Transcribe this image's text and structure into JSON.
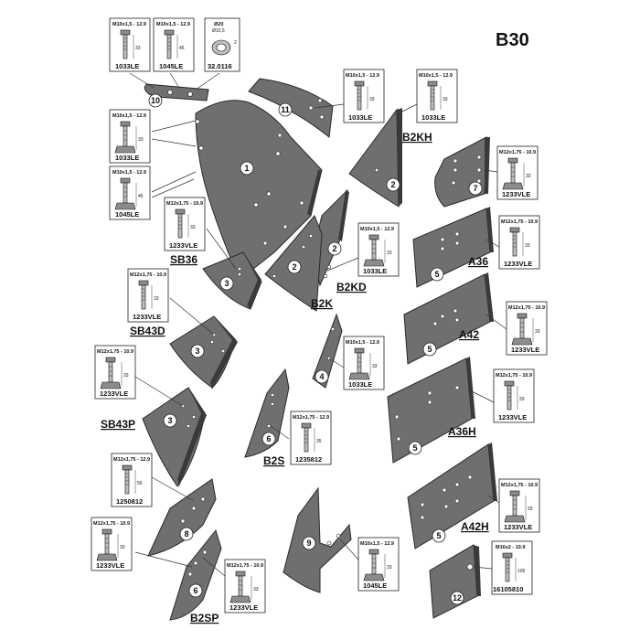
{
  "title": "B30",
  "parts": [
    {
      "num": "1"
    },
    {
      "num": "2"
    },
    {
      "num": "3"
    },
    {
      "num": "4"
    },
    {
      "num": "5"
    },
    {
      "num": "6"
    },
    {
      "num": "7"
    },
    {
      "num": "8"
    },
    {
      "num": "9"
    },
    {
      "num": "10"
    },
    {
      "num": "11"
    },
    {
      "num": "12"
    }
  ],
  "labels": {
    "SB36": "SB36",
    "SB43D": "SB43D",
    "SB43P": "SB43P",
    "B2SP": "B2SP",
    "B2S": "B2S",
    "B2K": "B2K",
    "B2KD": "B2KD",
    "B2KH": "B2KH",
    "A36": "A36",
    "A42": "A42",
    "A36H": "A36H",
    "A42H": "A42H"
  },
  "bolts": {
    "b1033_top": {
      "spec": "M10x1,5 - 12.9",
      "dim": "33",
      "code": "1033LE"
    },
    "b1045_top": {
      "spec": "M10x1,5 - 12.9",
      "dim": "45",
      "code": "1045LE"
    },
    "washer": {
      "dim1": "Ø20",
      "dim2": "Ø10,5",
      "dim3": "2",
      "code": "32.0116"
    },
    "b1033_left": {
      "spec": "M10x1,5 - 12.9",
      "dim": "33",
      "code": "1033LE"
    },
    "b1045_left": {
      "spec": "M10x1,5 - 12.9",
      "dim": "45",
      "code": "1045LE"
    },
    "b1233_sb36": {
      "spec": "M12x1,75 - 10.9",
      "dim": "33",
      "code": "1233VLE"
    },
    "b1233_sb43d": {
      "spec": "M12x1,75 - 10.9",
      "dim": "33",
      "code": "1233VLE"
    },
    "b1233_sb43p": {
      "spec": "M12x1,75 - 10.9",
      "dim": "33",
      "code": "1233VLE"
    },
    "b1250": {
      "spec": "M12x1,75 - 12.9",
      "dim": "50",
      "code": "1250812"
    },
    "b1233_8": {
      "spec": "M12x1,75 - 10.9",
      "dim": "33",
      "code": "1233VLE"
    },
    "b1233_b2sp": {
      "spec": "M12x1,75 - 10.9",
      "dim": "33",
      "code": "1233VLE"
    },
    "b1235": {
      "spec": "M12x1,75 - 12.9",
      "dim": "35",
      "code": "1235812"
    },
    "b1033_4": {
      "spec": "M10x1,5 - 12.9",
      "dim": "33",
      "code": "1033LE"
    },
    "b1033_b2kd": {
      "spec": "M10x1,5 - 12.9",
      "dim": "33",
      "code": "1033LE"
    },
    "b1033_11": {
      "spec": "M10x1,5 - 12.9",
      "dim": "33",
      "code": "1033LE"
    },
    "b1033_b2kh": {
      "spec": "M10x1,5 - 12.9",
      "dim": "33",
      "code": "1033LE"
    },
    "b1233_7": {
      "spec": "M12x1,75 - 10.9",
      "dim": "33",
      "code": "1233VLE"
    },
    "b1233_a36": {
      "spec": "M12x1,75 - 10.9",
      "dim": "33",
      "code": "1233VLE"
    },
    "b1233_a42": {
      "spec": "M12x1,75 - 10.9",
      "dim": "33",
      "code": "1233VLE"
    },
    "b1233_a36h": {
      "spec": "M12x1,75 - 10.9",
      "dim": "33",
      "code": "1233VLE"
    },
    "b1233_a42h": {
      "spec": "M12x1,75 - 10.9",
      "dim": "33",
      "code": "1233VLE"
    },
    "b1045_9": {
      "spec": "M10x1,5 - 12.9",
      "dim": "33",
      "code": "1045LE"
    },
    "b16105": {
      "spec": "M16x2 - 10.9",
      "dim": "105",
      "code": "16105810"
    }
  },
  "colors": {
    "plate": "#6f6f6f",
    "plate_edge": "#3a3a3a",
    "background": "#ffffff"
  }
}
